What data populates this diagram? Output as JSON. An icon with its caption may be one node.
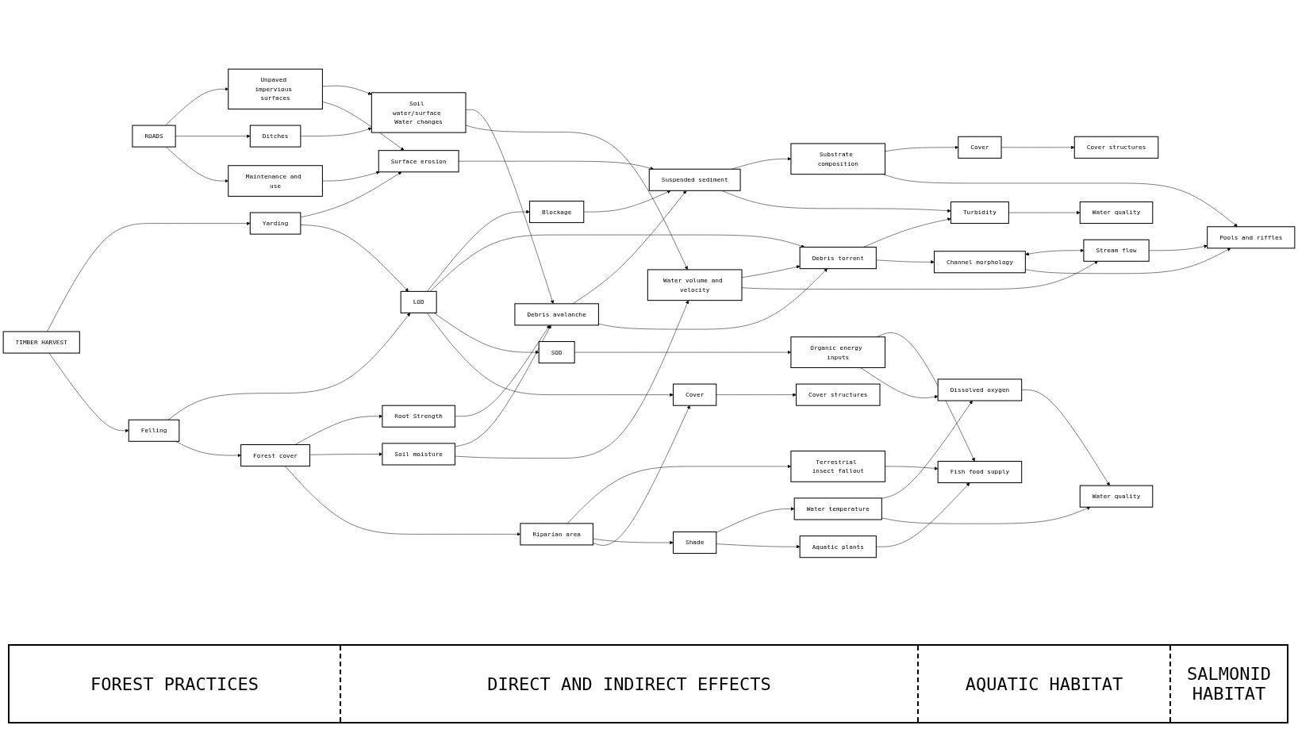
{
  "diagram": {
    "nodes": [
      {
        "text": [
          "ROADS"
        ]
      },
      {
        "text": [
          "Unpaved impervious surfaces"
        ]
      },
      {
        "text": [
          "Ditches"
        ]
      },
      {
        "text": [
          "Maintenance and use"
        ]
      },
      {
        "text": [
          "Soil water/surface Water changes"
        ]
      },
      {
        "text": [
          "Surface erosion"
        ]
      },
      {
        "text": [
          "TIMBER HARVEST"
        ]
      },
      {
        "text": [
          "Yarding"
        ]
      },
      {
        "text": [
          "Felling"
        ]
      },
      {
        "text": [
          "LOD"
        ]
      },
      {
        "text": [
          "Forest cover"
        ]
      },
      {
        "text": [
          "Blockage"
        ]
      },
      {
        "text": [
          "Root Strength"
        ]
      },
      {
        "text": [
          "Soil moisture"
        ]
      },
      {
        "text": [
          "Riparian area"
        ]
      },
      {
        "text": [
          "Debris avalanche"
        ]
      },
      {
        "text": [
          "Water volume and velocity"
        ]
      },
      {
        "text": [
          "Shade"
        ]
      },
      {
        "text": [
          "Suspended sediment"
        ]
      },
      {
        "text": [
          "Debris torrent"
        ]
      },
      {
        "text": [
          "SOD"
        ]
      },
      {
        "text": [
          "Cover"
        ]
      },
      {
        "text": [
          "Substrate composition"
        ]
      },
      {
        "text": [
          "Turbidity"
        ]
      },
      {
        "text": [
          "Channel morphology"
        ]
      },
      {
        "text": [
          "Stream flow"
        ]
      },
      {
        "text": [
          "Terrestrial insect fallout"
        ]
      },
      {
        "text": [
          "Organic energy inputs"
        ]
      },
      {
        "text": [
          "Dissolved oxygen"
        ]
      },
      {
        "text": [
          "Water temperature"
        ]
      },
      {
        "text": [
          "Aquatic plants"
        ]
      },
      {
        "text": [
          "Cover"
        ]
      },
      {
        "text": [
          "Cover structures"
        ]
      },
      {
        "text": [
          "Water quality"
        ]
      },
      {
        "text": [
          "Pools and riffles"
        ]
      },
      {
        "text": [
          "Fish food supply"
        ]
      },
      {
        "text": [
          "Water quality"
        ]
      },
      {
        "text": [
          "Cover structures"
        ]
      }
    ],
    "edges": [
      {
        "from": 0,
        "to": 1,
        "arrow": "to"
      },
      {
        "from": 0,
        "to": 2,
        "arrow": "to"
      },
      {
        "from": 0,
        "to": 3,
        "arrow": "to"
      },
      {
        "from": 1,
        "to": 4,
        "arrow": "to"
      },
      {
        "from": 1,
        "to": 5,
        "arrow": "to"
      },
      {
        "from": 2,
        "to": 4,
        "arrow": "to"
      },
      {
        "from": 3,
        "to": 5,
        "arrow": "to"
      },
      {
        "from": 6,
        "to": 7,
        "arrow": "to"
      },
      {
        "from": 6,
        "to": 8,
        "arrow": "to"
      },
      {
        "from": 7,
        "to": 5,
        "arrow": "to"
      },
      {
        "from": 7,
        "to": 9,
        "arrow": "to"
      },
      {
        "from": 8,
        "to": 9,
        "arrow": "to"
      },
      {
        "from": 8,
        "to": 10,
        "arrow": "to"
      },
      {
        "from": 9,
        "to": 11,
        "arrow": "to"
      },
      {
        "from": 10,
        "to": 12,
        "arrow": "to"
      },
      {
        "from": 10,
        "to": 13,
        "arrow": "to"
      },
      {
        "from": 10,
        "to": 14,
        "arrow": "to"
      },
      {
        "from": 4,
        "to": 15,
        "arrow": "to"
      },
      {
        "from": 4,
        "to": 16,
        "arrow": "to"
      },
      {
        "from": 5,
        "to": 18,
        "arrow": "to"
      },
      {
        "from": 11,
        "to": 18,
        "arrow": "to"
      },
      {
        "from": 12,
        "to": 15,
        "arrow": "to"
      },
      {
        "from": 13,
        "to": 15,
        "arrow": "to"
      },
      {
        "from": 13,
        "to": 16,
        "arrow": "to"
      },
      {
        "from": 9,
        "to": 19,
        "arrow": "to"
      },
      {
        "from": 9,
        "to": 20,
        "arrow": "to"
      },
      {
        "from": 9,
        "to": 31,
        "arrow": "to"
      },
      {
        "from": 14,
        "to": 26,
        "arrow": "to"
      },
      {
        "from": 14,
        "to": 17,
        "arrow": "to"
      },
      {
        "from": 14,
        "to": 31,
        "arrow": "to"
      },
      {
        "from": 15,
        "to": 18,
        "arrow": "to"
      },
      {
        "from": 15,
        "to": 19,
        "arrow": "to"
      },
      {
        "from": 16,
        "to": 19,
        "arrow": "to"
      },
      {
        "from": 16,
        "to": 25,
        "arrow": "to"
      },
      {
        "from": 17,
        "to": 29,
        "arrow": "to"
      },
      {
        "from": 17,
        "to": 30,
        "arrow": "to"
      },
      {
        "from": 18,
        "to": 22,
        "arrow": "to"
      },
      {
        "from": 18,
        "to": 23,
        "arrow": "to"
      },
      {
        "from": 19,
        "to": 23,
        "arrow": "to"
      },
      {
        "from": 19,
        "to": 24,
        "arrow": "to"
      },
      {
        "from": 20,
        "to": 27,
        "arrow": "to"
      },
      {
        "from": 22,
        "to": 21,
        "arrow": "to"
      },
      {
        "from": 21,
        "to": 32,
        "arrow": "to"
      },
      {
        "from": 22,
        "to": 34,
        "arrow": "to"
      },
      {
        "from": 23,
        "to": 33,
        "arrow": "to"
      },
      {
        "from": 24,
        "to": 25,
        "arrow": "both"
      },
      {
        "from": 24,
        "to": 34,
        "arrow": "to"
      },
      {
        "from": 25,
        "to": 34,
        "arrow": "to"
      },
      {
        "from": 26,
        "to": 35,
        "arrow": "to"
      },
      {
        "from": 27,
        "to": 35,
        "arrow": "to"
      },
      {
        "from": 27,
        "to": 28,
        "arrow": "to"
      },
      {
        "from": 29,
        "to": 28,
        "arrow": "to"
      },
      {
        "from": 28,
        "to": 36,
        "arrow": "to"
      },
      {
        "from": 29,
        "to": 36,
        "arrow": "to"
      },
      {
        "from": 30,
        "to": 35,
        "arrow": "to"
      },
      {
        "from": 31,
        "to": 37,
        "arrow": "to"
      }
    ],
    "labels": [
      "FOREST PRACTICES",
      "DIRECT AND INDIRECT EFFECTS",
      "AQUATIC HABITAT",
      "SALMONID HABITAT"
    ]
  }
}
